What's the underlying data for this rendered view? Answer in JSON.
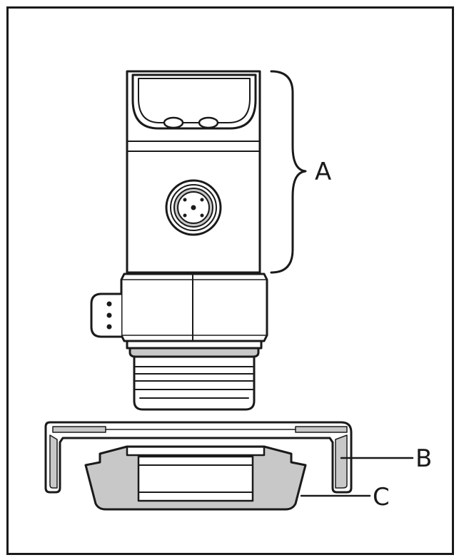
{
  "labels": {
    "a": "A",
    "b": "B",
    "c": "C"
  },
  "colors": {
    "outline": "#1a1a1a",
    "fill": "#ffffff",
    "shade": "#c8c8c8"
  }
}
